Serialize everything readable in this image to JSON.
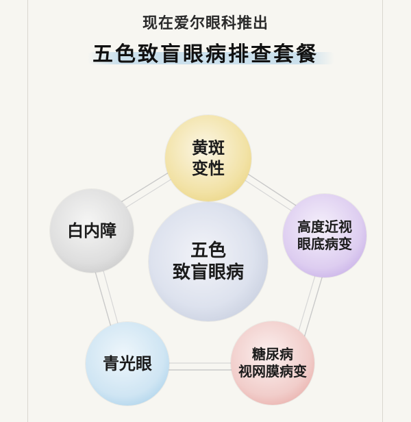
{
  "header": {
    "subtitle": "现在爱尔眼科推出",
    "title": "五色致盲眼病排查套餐"
  },
  "center": {
    "line1": "五色",
    "line2": "致盲眼病"
  },
  "nodes": {
    "yellow": {
      "line1": "黄斑",
      "line2": "变性",
      "color": "#f2e2a6"
    },
    "purple": {
      "line1": "高度近视",
      "line2": "眼底病变",
      "color": "#ddcdf0"
    },
    "red": {
      "line1": "糖尿病",
      "line2": "视网膜病变",
      "color": "#f1cdca"
    },
    "blue": {
      "line1": "青光眼",
      "color": "#cfe5f3"
    },
    "gray": {
      "line1": "白内障",
      "color": "#dedede"
    }
  }
}
